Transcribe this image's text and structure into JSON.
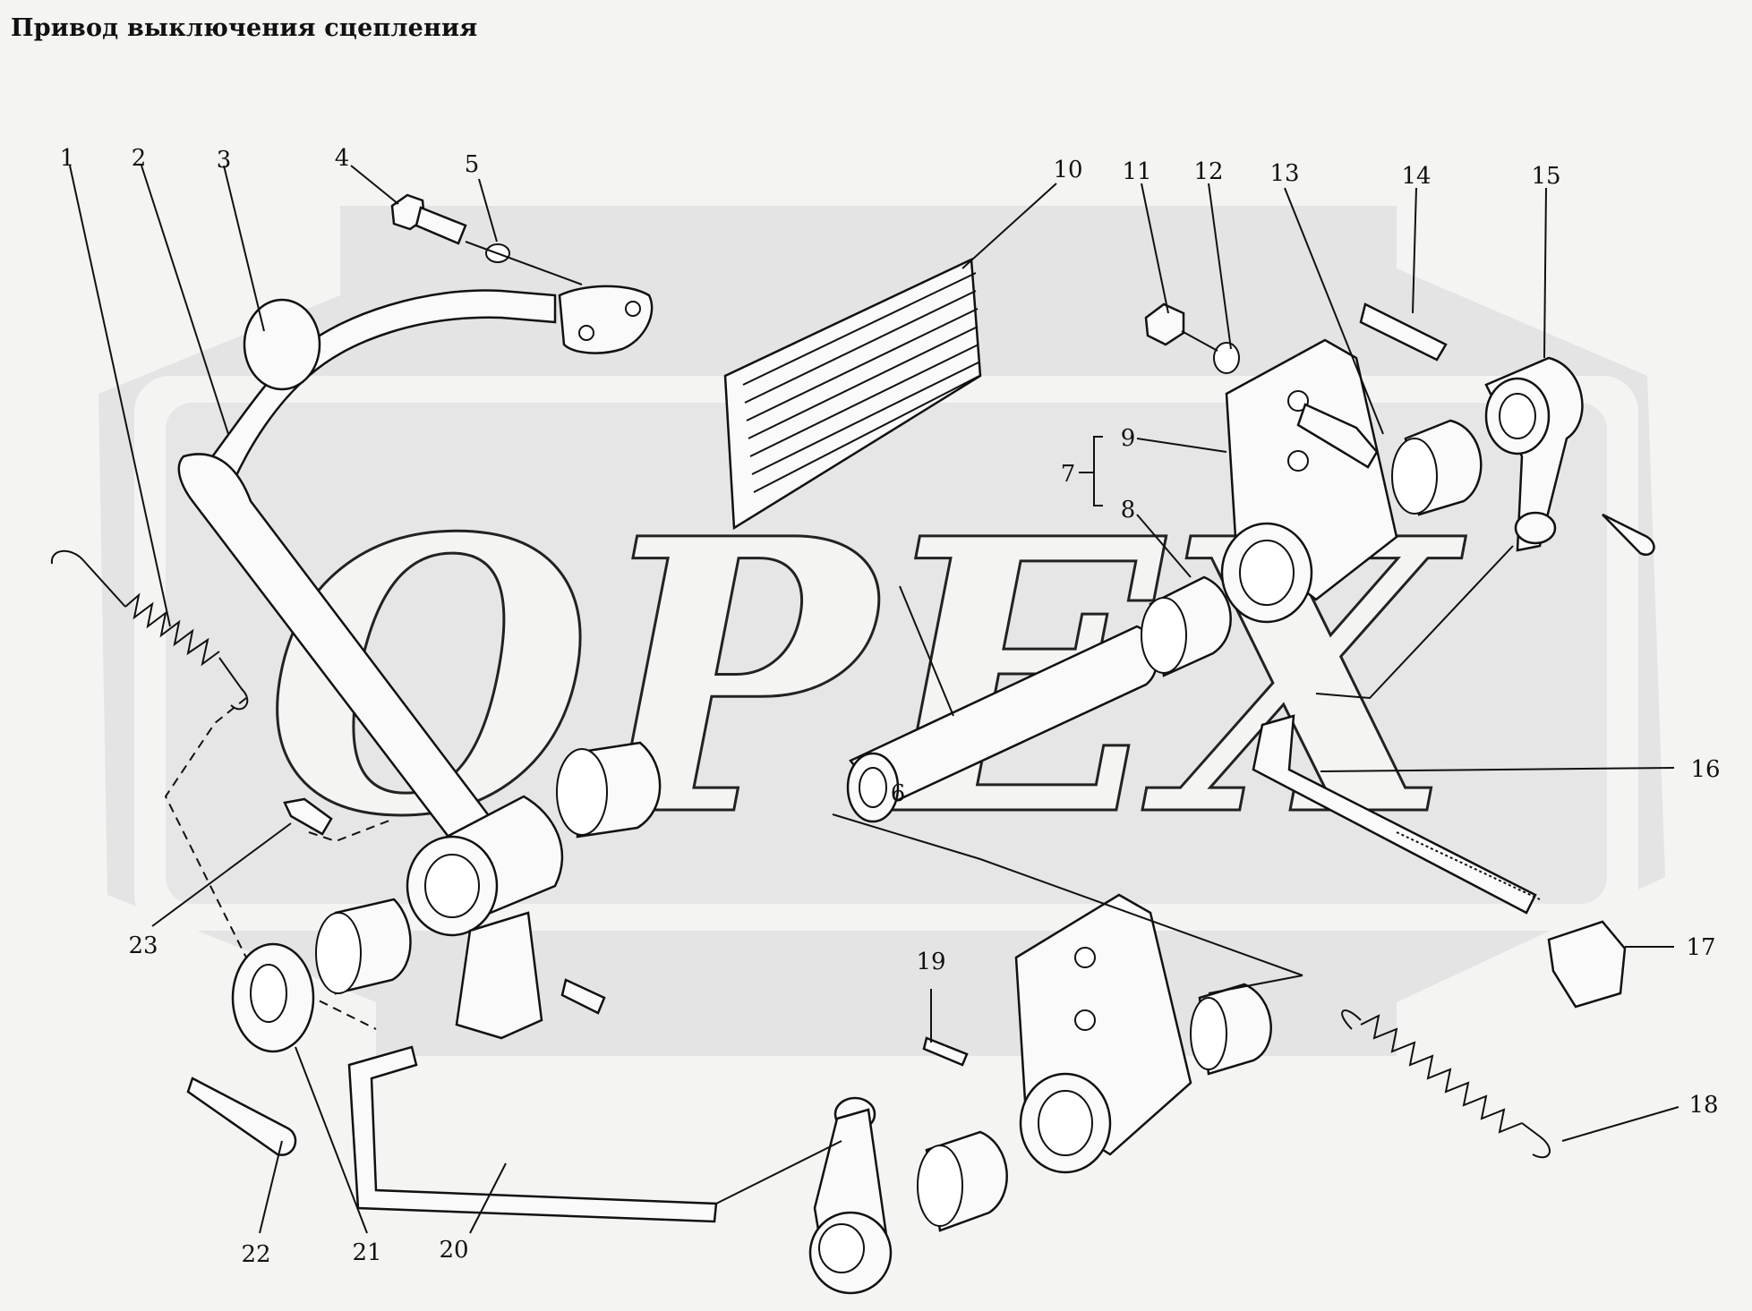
{
  "title": "Привод выключения сцепления",
  "watermark": "OPEX",
  "callouts": [
    "1",
    "2",
    "3",
    "4",
    "5",
    "6",
    "7",
    "8",
    "9",
    "10",
    "11",
    "12",
    "13",
    "14",
    "15",
    "16",
    "17",
    "18",
    "19",
    "20",
    "21",
    "22",
    "23"
  ]
}
